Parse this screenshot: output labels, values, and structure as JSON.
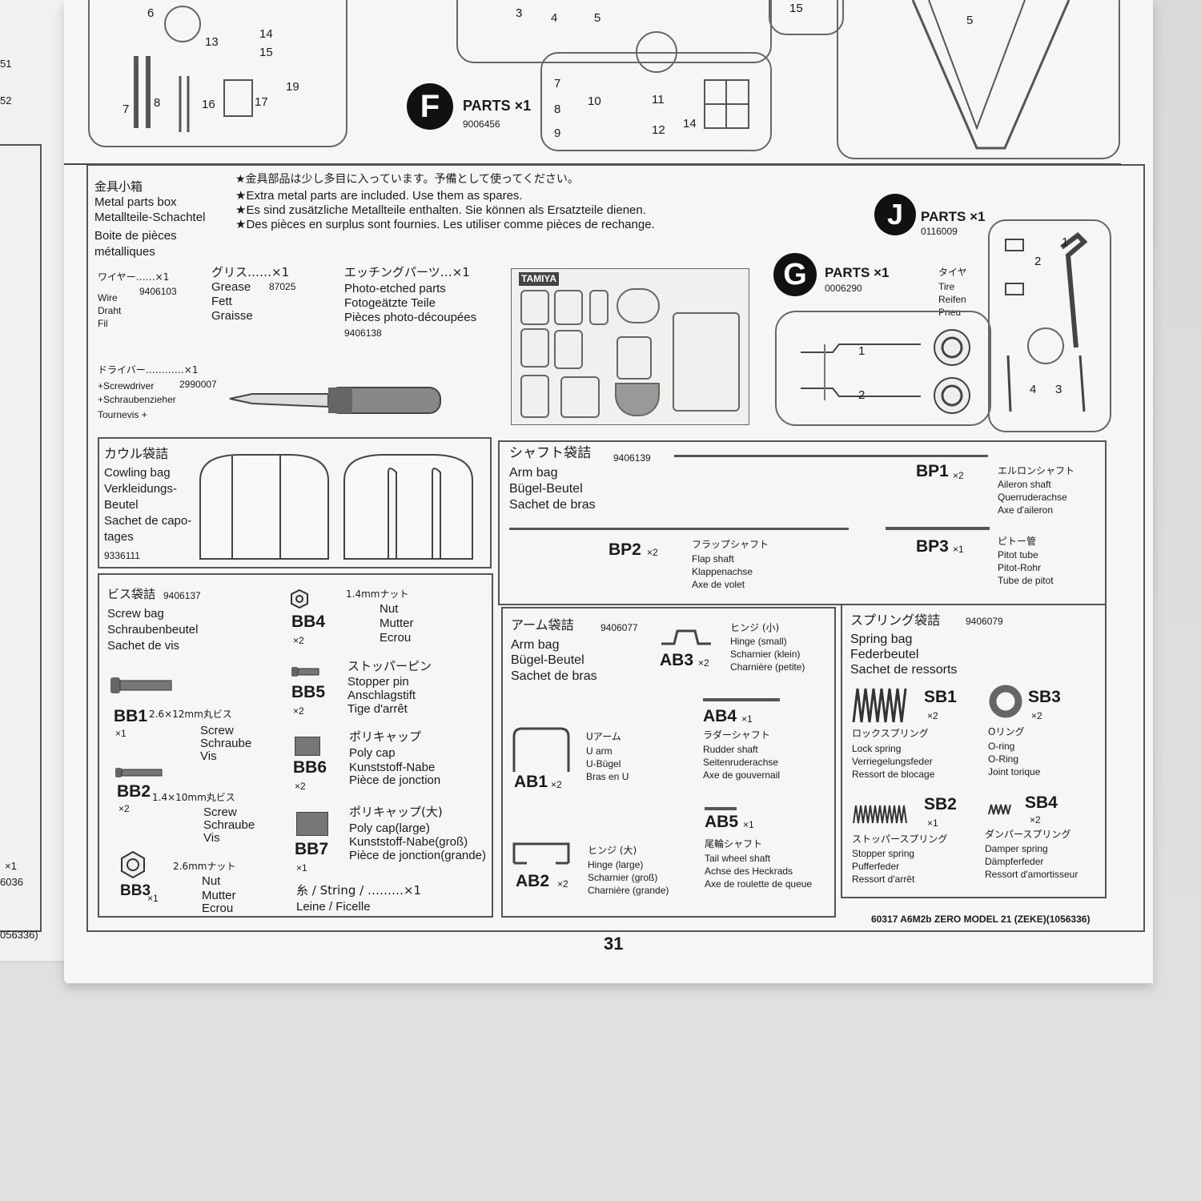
{
  "left_page": {
    "text_a": "×1",
    "text_b": "6036",
    "text_c": "056336)",
    "text_d": "51",
    "text_e": "52"
  },
  "sprue_area": {
    "f_letter": "F",
    "f_parts": "PARTS ×1",
    "f_code": "9006456",
    "nums": [
      "6",
      "13",
      "14",
      "15",
      "19",
      "7",
      "8",
      "16",
      "17",
      "3",
      "4",
      "5",
      "7",
      "8",
      "9",
      "10",
      "11",
      "12",
      "14",
      "15",
      "5",
      "1",
      "2",
      "3",
      "4"
    ]
  },
  "metal_box": {
    "title_jp": "金具小箱",
    "title_en": "Metal parts box",
    "title_de": "Metallteile-Schachtel",
    "title_fr1": "Boite de pièces",
    "title_fr2": "métalliques",
    "note_jp": "★金具部品は少し多目に入っています。予備として使ってください。",
    "note_en": "★Extra metal parts are included. Use them as spares.",
    "note_de": "★Es sind zusätzliche Metallteile enthalten. Sie können als Ersatzteile dienen.",
    "note_fr": "★Des pièces en surplus sont fournies. Les utiliser comme pièces de rechange.",
    "wire_jp": "ワイヤー……×1",
    "wire_en": "Wire",
    "wire_de": "Draht",
    "wire_fr": "Fil",
    "wire_code": "9406103",
    "grease_jp": "グリス……×1",
    "grease_en": "Grease",
    "grease_de": "Fett",
    "grease_fr": "Graisse",
    "grease_code": "87025",
    "pe_jp": "エッチングパーツ…×1",
    "pe_en": "Photo-etched parts",
    "pe_de": "Fotogeätzte Teile",
    "pe_fr": "Pièces photo-découpées",
    "pe_code": "9406138",
    "driver_jp": "ドライバー…………×1",
    "driver_en": "+Screwdriver",
    "driver_de": "+Schraubenzieher",
    "driver_fr": "Tournevis +",
    "driver_code": "2990007",
    "pe_brand": "TAMIYA"
  },
  "j_parts": {
    "letter": "J",
    "label": "PARTS ×1",
    "code": "0116009"
  },
  "g_parts": {
    "letter": "G",
    "label": "PARTS ×1",
    "code": "0006290",
    "tire_jp": "タイヤ",
    "tire_en": "Tire",
    "tire_de": "Reifen",
    "tire_fr": "Pneu"
  },
  "cowling": {
    "jp": "カウル袋詰",
    "en": "Cowling bag",
    "de1": "Verkleidungs-",
    "de2": "Beutel",
    "fr1": "Sachet de capo-",
    "fr2": "tages",
    "code": "9336111"
  },
  "shaft_bag": {
    "jp": "シャフト袋詰",
    "code": "9406139",
    "en": "Arm bag",
    "de": "Bügel-Beutel",
    "fr": "Sachet de bras",
    "bp1": "BP1",
    "bp1_q": "×2",
    "bp1_jp": "エルロンシャフト",
    "bp1_en": "Aileron shaft",
    "bp1_de": "Querruderachse",
    "bp1_fr": "Axe d'aileron",
    "bp2": "BP2",
    "bp2_q": "×2",
    "bp2_jp": "フラップシャフト",
    "bp2_en": "Flap shaft",
    "bp2_de": "Klappenachse",
    "bp2_fr": "Axe de volet",
    "bp3": "BP3",
    "bp3_q": "×1",
    "bp3_jp": "ピトー管",
    "bp3_en": "Pitot tube",
    "bp3_de": "Pitot-Rohr",
    "bp3_fr": "Tube de pitot"
  },
  "screw_bag": {
    "jp": "ビス袋詰",
    "code": "9406137",
    "en": "Screw bag",
    "de": "Schraubenbeutel",
    "fr": "Sachet de vis",
    "bb1": "BB1",
    "bb1_q": "×1",
    "bb1_size": "2.6×12mm丸ビス",
    "bb1_en": "Screw",
    "bb1_de": "Schraube",
    "bb1_fr": "Vis",
    "bb2": "BB2",
    "bb2_q": "×2",
    "bb2_size": "1.4×10mm丸ビス",
    "bb2_en": "Screw",
    "bb2_de": "Schraube",
    "bb2_fr": "Vis",
    "bb3": "BB3",
    "bb3_q": "×1",
    "bb3_size": "2.6mmナット",
    "bb3_en": "Nut",
    "bb3_de": "Mutter",
    "bb3_fr": "Ecrou",
    "bb4": "BB4",
    "bb4_q": "×2",
    "bb4_size": "1.4mmナット",
    "bb4_en": "Nut",
    "bb4_de": "Mutter",
    "bb4_fr": "Ecrou",
    "bb5": "BB5",
    "bb5_q": "×2",
    "bb5_jp": "ストッパーピン",
    "bb5_en": "Stopper pin",
    "bb5_de": "Anschlagstift",
    "bb5_fr": "Tige d'arrêt",
    "bb6": "BB6",
    "bb6_q": "×2",
    "bb6_jp": "ポリキャップ",
    "bb6_en": "Poly cap",
    "bb6_de": "Kunststoff-Nabe",
    "bb6_fr": "Pièce de jonction",
    "bb7": "BB7",
    "bb7_q": "×1",
    "bb7_jp": "ポリキャップ(大)",
    "bb7_en": "Poly cap(large)",
    "bb7_de": "Kunststoff-Nabe(groß)",
    "bb7_fr": "Pièce de jonction(grande)",
    "string1": "糸 / String / ………×1",
    "string2": "Leine / Ficelle"
  },
  "arm_bag": {
    "jp": "アーム袋詰",
    "code": "9406077",
    "en": "Arm bag",
    "de": "Bügel-Beutel",
    "fr": "Sachet de bras",
    "ab3": "AB3",
    "ab3_q": "×2",
    "ab3_jp": "ヒンジ (小)",
    "ab3_en": "Hinge (small)",
    "ab3_de": "Scharnier (klein)",
    "ab3_fr": "Charnière (petite)",
    "ab4": "AB4",
    "ab4_q": "×1",
    "ab4_jp": "ラダーシャフト",
    "ab4_en": "Rudder shaft",
    "ab4_de": "Seitenruderachse",
    "ab4_fr": "Axe de gouvernail",
    "ab1": "AB1",
    "ab1_q": "×2",
    "ab1_jp": "Uアーム",
    "ab1_en": "U arm",
    "ab1_de": "U-Bügel",
    "ab1_fr": "Bras en U",
    "ab5": "AB5",
    "ab5_q": "×1",
    "ab5_jp": "尾輪シャフト",
    "ab5_en": "Tail wheel shaft",
    "ab5_de": "Achse des Heckrads",
    "ab5_fr": "Axe de roulette de queue",
    "ab2": "AB2",
    "ab2_q": "×2",
    "ab2_jp": "ヒンジ (大)",
    "ab2_en": "Hinge (large)",
    "ab2_de": "Scharnier (groß)",
    "ab2_fr": "Charnière (grande)"
  },
  "spring_bag": {
    "jp": "スプリング袋詰",
    "code": "9406079",
    "en": "Spring bag",
    "de": "Federbeutel",
    "fr": "Sachet de ressorts",
    "sb1": "SB1",
    "sb1_q": "×2",
    "sb1_jp": "ロックスプリング",
    "sb1_en": "Lock spring",
    "sb1_de": "Verriegelungsfeder",
    "sb1_fr": "Ressort de blocage",
    "sb3": "SB3",
    "sb3_q": "×2",
    "sb3_jp": "Oリング",
    "sb3_en": "O-ring",
    "sb3_de": "O-Ring",
    "sb3_fr": "Joint torique",
    "sb2": "SB2",
    "sb2_q": "×1",
    "sb2_jp": "ストッパースプリング",
    "sb2_en": "Stopper spring",
    "sb2_de": "Pufferfeder",
    "sb2_fr": "Ressort d'arrêt",
    "sb4": "SB4",
    "sb4_q": "×2",
    "sb4_jp": "ダンパースプリング",
    "sb4_en": "Damper spring",
    "sb4_de": "Dämpferfeder",
    "sb4_fr": "Ressort d'amortisseur"
  },
  "footer": {
    "model": "60317  A6M2b ZERO MODEL 21 (ZEKE)(1056336)",
    "page": "31"
  }
}
